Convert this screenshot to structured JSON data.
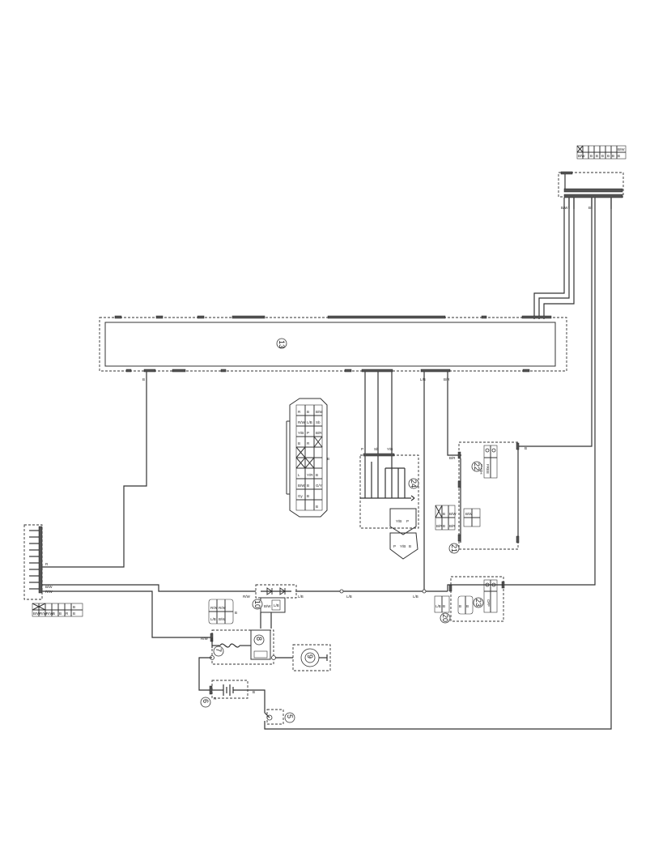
{
  "diagram": {
    "ecu_number": "13",
    "callouts": [
      "5",
      "6",
      "7",
      "8",
      "9",
      "10",
      "20",
      "21",
      "22",
      "23",
      "24"
    ],
    "wire_labels": {
      "ecu_left": "B",
      "ecu_l_b": "L/B",
      "ecu_b_r": "B/R",
      "left_r": "R",
      "left_bw": "B/W",
      "left_rw": "R/W",
      "rect_rw": "R/W",
      "rect_lb": "L/B",
      "mid_lb1": "L/B",
      "mid_lb2": "L/B",
      "sw_p": "P",
      "sw_sb": "Sb",
      "sw_yb": "Y/B",
      "br_left": "B/R",
      "b_right": "B",
      "top_bw": "B/W",
      "top_b": "B",
      "rw_fuse": "R/W",
      "bat_r": "R",
      "bat_b": "B"
    },
    "connector_codes": {
      "top_right": [
        "B/W",
        "B",
        "B",
        "B",
        "B",
        "B",
        "B/W",
        "B"
      ],
      "left_legend": [
        "B/W",
        "R/W",
        "R/W",
        "B",
        "B",
        "R",
        "B",
        "B"
      ],
      "ecu_grid": [
        "R",
        "B",
        "B/W",
        "R/W",
        "L/B",
        "Sb",
        "Y/B",
        "P",
        "B/R",
        "B",
        "R",
        "B",
        "L",
        "Y/R",
        "B/W",
        "B",
        "G/Y",
        "Gy",
        "B",
        "B"
      ],
      "relay_conn": [
        "R/W",
        "R/W",
        "L/B",
        "B/W"
      ],
      "relay_tag": [
        "L/B",
        "B/W"
      ],
      "tri_conn": [
        "P",
        "Y/B",
        "B"
      ],
      "tri2_conn": [
        "Y/B",
        "P"
      ],
      "conn20": [
        "B",
        "B/W",
        "B/R",
        "B",
        "B/R",
        "B/W"
      ],
      "conn22": [
        "L/B",
        "B"
      ],
      "conn_small": [
        "B",
        "B"
      ],
      "sw21": [
        "PUSH",
        "FREE"
      ],
      "sw23": [
        "ON",
        "OFF"
      ],
      "conn_b_label": "B"
    }
  }
}
